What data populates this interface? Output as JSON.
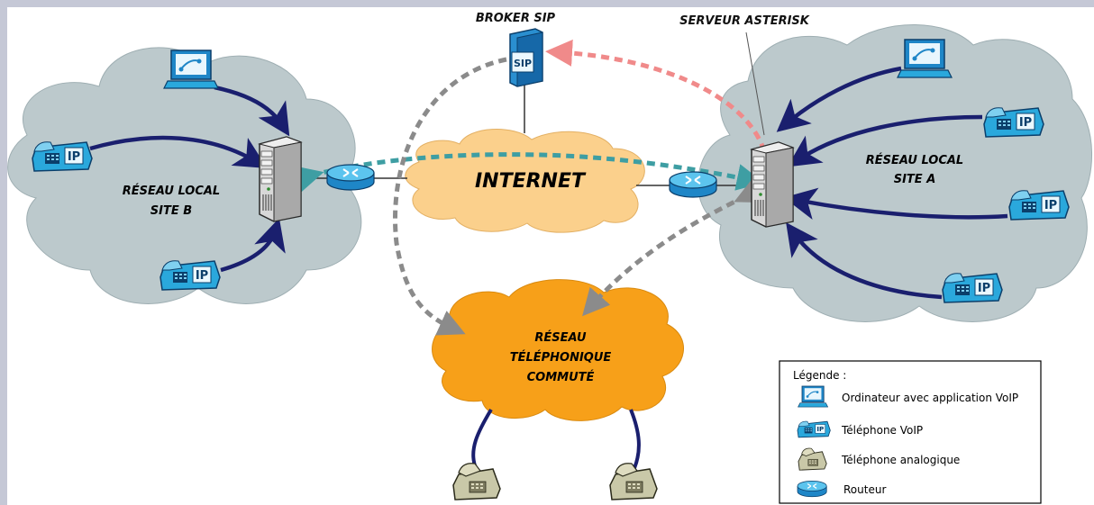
{
  "titles": {
    "broker": "BROKER SIP",
    "asterisk": "SERVEUR ASTERISK"
  },
  "clouds": {
    "internet": "INTERNET",
    "site_b": [
      "RÉSEAU LOCAL",
      "SITE B"
    ],
    "site_a": [
      "RÉSEAU LOCAL",
      "SITE A"
    ],
    "pstn": [
      "RÉSEAU",
      "TÉLÉPHONIQUE",
      "COMMUTÉ"
    ]
  },
  "sip_badge": "SIP",
  "ip_badge": "IP",
  "legend": {
    "title": "Légende :",
    "items": [
      {
        "icon": "computer-icon",
        "label": "Ordinateur avec application VoIP"
      },
      {
        "icon": "voip-phone-icon",
        "label": "Téléphone VoIP"
      },
      {
        "icon": "analog-phone-icon",
        "label": "Téléphone analogique"
      },
      {
        "icon": "router-icon",
        "label": "Routeur"
      }
    ]
  },
  "colors": {
    "lan_cloud": "#bcc9cc",
    "internet_cloud": "#fbd08c",
    "pstn_cloud": "#f7a019",
    "dark_arrow": "#1a1f6e",
    "teal_dash": "#3e9ea3",
    "pink_dash": "#f08a8a",
    "gray_dash": "#8b8b8b",
    "device_blue": "#2aa8dc"
  }
}
